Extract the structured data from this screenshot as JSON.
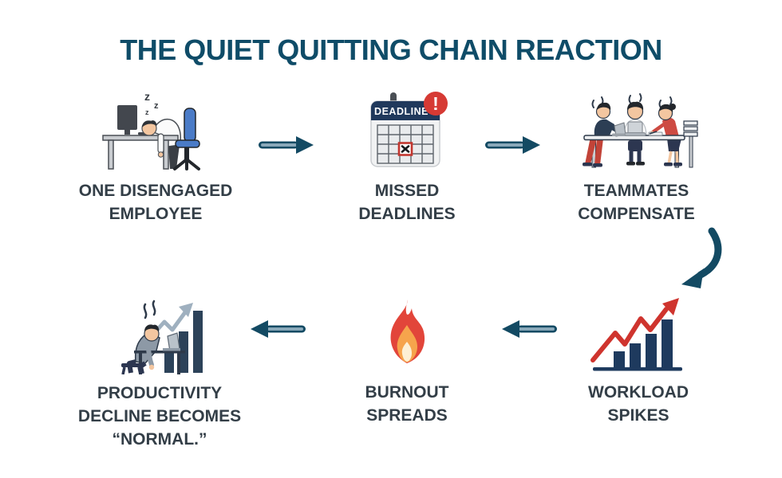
{
  "title": "THE QUIET QUITTING CHAIN REACTION",
  "steps": [
    {
      "id": "disengaged-employee",
      "label": "ONE DISENGAGED\nEMPLOYEE",
      "icon": "sleeping-employee-illustration"
    },
    {
      "id": "missed-deadlines",
      "label": "MISSED\nDEADLINES",
      "icon": "deadline-calendar-icon"
    },
    {
      "id": "teammates-compensate",
      "label": "TEAMMATES\nCOMPENSATE",
      "icon": "stressed-team-illustration"
    },
    {
      "id": "workload-spikes",
      "label": "WORKLOAD\nSPIKES",
      "icon": "rising-bar-chart-icon"
    },
    {
      "id": "burnout-spreads",
      "label": "BURNOUT\nSPREADS",
      "icon": "flame-icon"
    },
    {
      "id": "productivity-decline",
      "label": "PRODUCTIVITY\nDECLINE BECOMES\n“NORMAL.”",
      "icon": "slumped-worker-chart-illustration"
    }
  ],
  "flow": [
    {
      "from": "disengaged-employee",
      "to": "missed-deadlines",
      "direction": "right"
    },
    {
      "from": "missed-deadlines",
      "to": "teammates-compensate",
      "direction": "right"
    },
    {
      "from": "teammates-compensate",
      "to": "workload-spikes",
      "direction": "down-curved"
    },
    {
      "from": "workload-spikes",
      "to": "burnout-spreads",
      "direction": "left"
    },
    {
      "from": "burnout-spreads",
      "to": "productivity-decline",
      "direction": "left"
    }
  ],
  "icon_text": {
    "deadline": "DEADLINE",
    "alert": "!",
    "sleep_z1": "z",
    "sleep_z2": "z",
    "sleep_z3": "z"
  },
  "colors": {
    "background": "#ffffff",
    "title": "#0f4c68",
    "label": "#333e47",
    "arrow": "#134a63",
    "arrow_highlight": "#8aa9ba",
    "calendar_header": "#20395c",
    "alert_red": "#d63a34",
    "chart_navy": "#1e3a5e",
    "spike_red": "#cf342e",
    "flame_red": "#e2453a",
    "flame_orange": "#f6a44c",
    "flame_core": "#fdf0d5",
    "chair_blue": "#4a7bc7",
    "muted_figure": "#8d99a6"
  }
}
